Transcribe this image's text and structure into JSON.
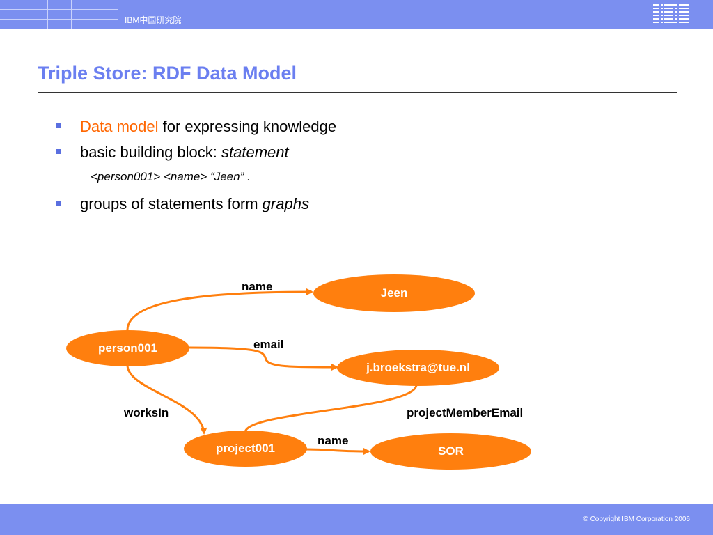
{
  "header": {
    "label": "IBM中国研究院",
    "logo_text": "IBM"
  },
  "slide": {
    "title": "Triple Store: RDF Data Model",
    "bullets": [
      {
        "accent": "Data model",
        "rest": " for expressing knowledge"
      },
      {
        "text": "basic building block: ",
        "italic": "statement"
      },
      {
        "text": "groups of statements form ",
        "italic": "graphs"
      }
    ],
    "example": {
      "subject": "<person001>",
      "predicate": "<name>",
      "object": "“Jeen”",
      "terminator": "."
    }
  },
  "graph": {
    "nodes": {
      "person": "person001",
      "jeen": "Jeen",
      "email": "j.broekstra@tue.nl",
      "project": "project001",
      "sor": "SOR"
    },
    "edges": {
      "name1": "name",
      "email": "email",
      "worksin": "worksIn",
      "projectmemberemail": "projectMemberEmail",
      "name2": "name"
    }
  },
  "footer": {
    "copyright": "© Copyright IBM Corporation 2006"
  },
  "colors": {
    "bar": "#7b8ff0",
    "title": "#6b7ff0",
    "node": "#ff7f0e",
    "accent": "#ff6600"
  }
}
